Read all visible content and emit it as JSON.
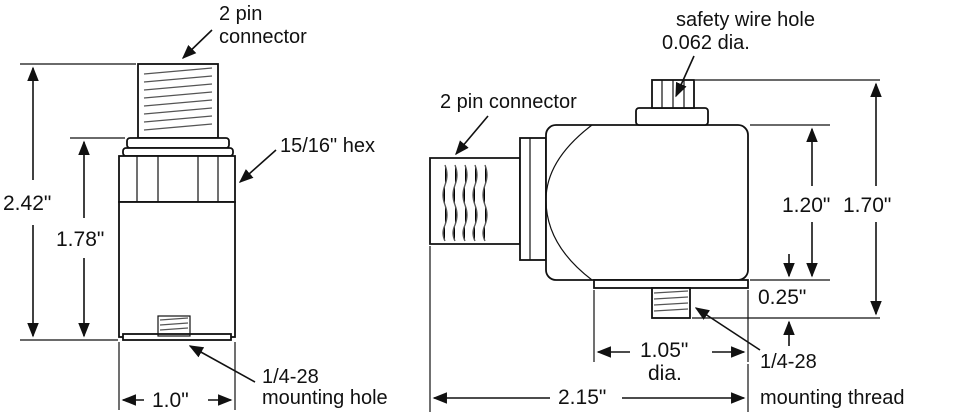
{
  "side_view": {
    "connector_label_line1": "2 pin",
    "connector_label_line2": "connector",
    "hex_label": "15/16\" hex",
    "height_total": "2.42\"",
    "height_body": "1.78\"",
    "width": "1.0\"",
    "mount_line1": "1/4-28",
    "mount_line2": "mounting hole"
  },
  "top_view": {
    "safety_line1": "safety wire hole",
    "safety_line2": "0.062 dia.",
    "connector_label": "2 pin connector",
    "dim_120": "1.20\"",
    "dim_170": "1.70\"",
    "dim_025": "0.25\"",
    "dim_105": "1.05\"",
    "dim_105_sub": "dia.",
    "dim_215": "2.15\"",
    "thread_line1": "1/4-28",
    "thread_line2": "mounting thread"
  }
}
